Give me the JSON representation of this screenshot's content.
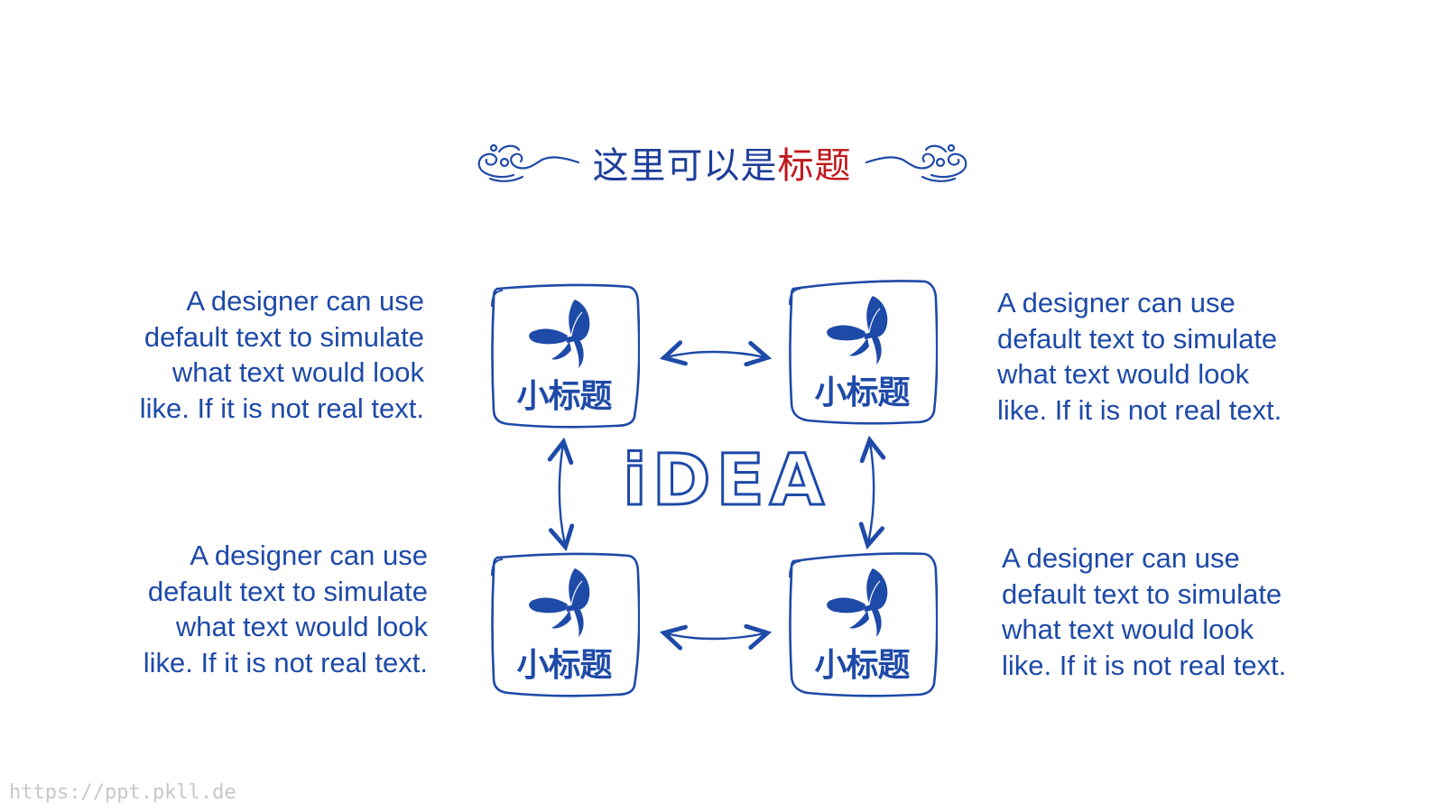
{
  "slide": {
    "title_main": "这里可以是",
    "title_accent": "标题",
    "paragraphs": {
      "top_left": "A designer can use default text to simulate what text would look like. If it is not real text.",
      "top_right": "A designer can use default text to simulate what text would look like. If it is not real text.",
      "bottom_left": "A designer can use default text to simulate what text would look like. If it is not real text.",
      "bottom_right": "A designer can use default text to simulate what text would look like. If it is not real text."
    },
    "cards": [
      {
        "label": "小标题"
      },
      {
        "label": "小标题"
      },
      {
        "label": "小标题"
      },
      {
        "label": "小标题"
      }
    ],
    "center_word": "iDEA",
    "watermark": "https://ppt.pkll.de"
  },
  "colors": {
    "primary_blue": "#1e4aa8",
    "title_blue": "#1e3d9a",
    "accent_red": "#c0171c",
    "watermark_gray": "#c8c8c8"
  },
  "icons": [
    "ornament-cloud-icon",
    "butterfly-icon",
    "double-arrow-icon"
  ]
}
